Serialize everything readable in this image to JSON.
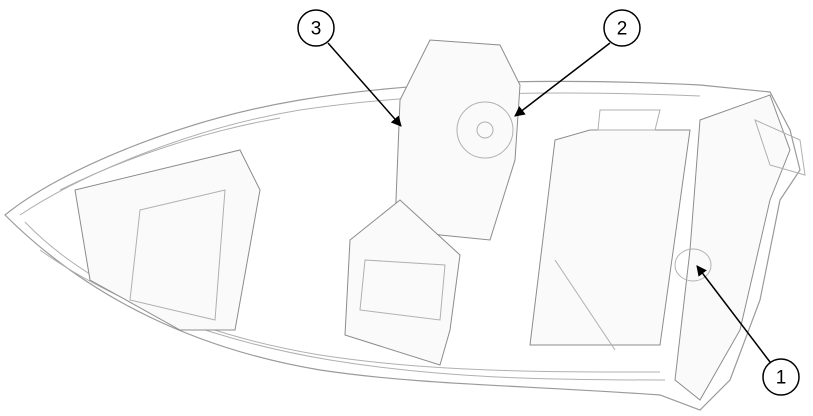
{
  "diagram": {
    "subject": "boat-top-view",
    "callouts": [
      {
        "label": "1"
      },
      {
        "label": "2"
      },
      {
        "label": "3"
      }
    ]
  }
}
